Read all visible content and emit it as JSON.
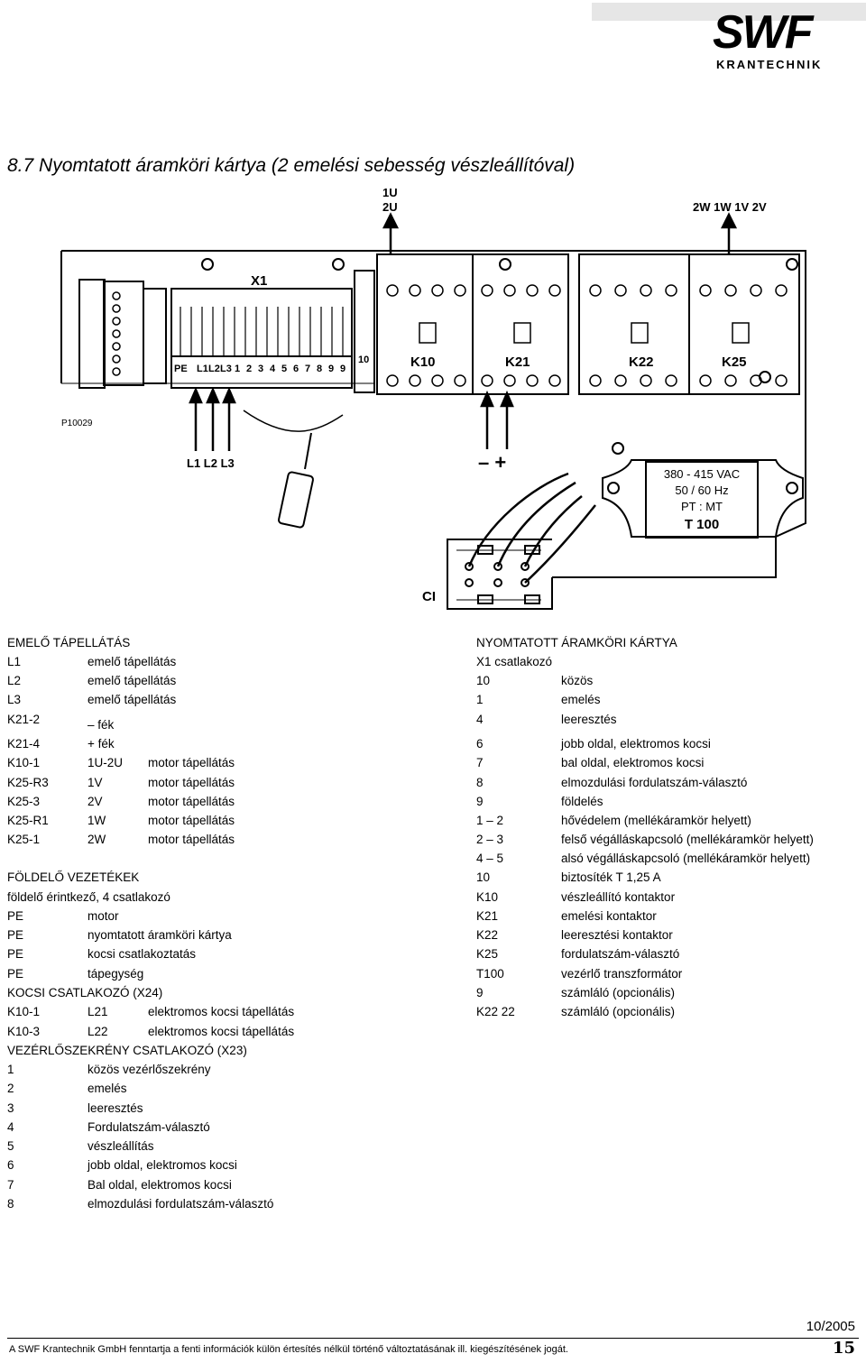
{
  "logo": {
    "main": "SWF",
    "sub": "KRANTECHNIK"
  },
  "section_title": "8.7   Nyomtatott áramköri kártya (2 emelési sebesség vészleállítóval)",
  "diagram": {
    "top_labels": {
      "u1": "1U",
      "u2": "2U",
      "w_group": "2W 1W 1V 2V"
    },
    "x1": "X1",
    "pcb_id": "P10029",
    "terminal_labels": [
      "PE",
      "L1",
      "L2",
      "L3",
      "1",
      "2",
      "3",
      "4",
      "5",
      "6",
      "7",
      "8",
      "9",
      "9"
    ],
    "terminal_10": "10",
    "contactors": [
      "K10",
      "K21",
      "K22",
      "K25"
    ],
    "supply": "L1  L2  L3",
    "minus_plus": "–  +",
    "transformer": [
      "380 - 415 VAC",
      "50 / 60 Hz",
      "PT : MT",
      "T 100"
    ],
    "ci": "CI"
  },
  "left": {
    "heading1": "EMELŐ TÁPELLÁTÁS",
    "rows1": [
      {
        "a": "L1",
        "b": "emelő tápellátás",
        "c": ""
      },
      {
        "a": "L2",
        "b": "emelő tápellátás",
        "c": ""
      },
      {
        "a": "L3",
        "b": "emelő tápellátás",
        "c": ""
      },
      {
        "a": "K21-2",
        "b": "–  fék",
        "c": ""
      },
      {
        "a": "K21-4",
        "b": "+  fék",
        "c": ""
      },
      {
        "a": "K10-1",
        "b": "1U-2U",
        "c": "motor tápellátás"
      },
      {
        "a": "K25-R3",
        "b": "1V",
        "c": "motor tápellátás"
      },
      {
        "a": "K25-3",
        "b": "2V",
        "c": "motor tápellátás"
      },
      {
        "a": "K25-R1",
        "b": "1W",
        "c": "motor tápellátás"
      },
      {
        "a": "K25-1",
        "b": "2W",
        "c": "motor tápellátás"
      }
    ],
    "heading2": "FÖLDELŐ VEZETÉKEK",
    "sub2": "földelő érintkező, 4 csatlakozó",
    "rows2": [
      {
        "a": "PE",
        "b": "motor"
      },
      {
        "a": "PE",
        "b": "nyomtatott áramköri kártya"
      },
      {
        "a": "PE",
        "b": "kocsi csatlakoztatás"
      },
      {
        "a": "PE",
        "b": "tápegység"
      }
    ],
    "heading3": "KOCSI CSATLAKOZÓ (X24)",
    "rows3": [
      {
        "a": "K10-1",
        "b": "L21",
        "c": "elektromos kocsi tápellátás"
      },
      {
        "a": "K10-3",
        "b": "L22",
        "c": "elektromos kocsi tápellátás"
      }
    ],
    "heading4": "VEZÉRLŐSZEKRÉNY CSATLAKOZÓ (X23)",
    "rows4": [
      {
        "a": "1",
        "b": "közös vezérlőszekrény"
      },
      {
        "a": "2",
        "b": "emelés"
      },
      {
        "a": "3",
        "b": "leeresztés"
      },
      {
        "a": "4",
        "b": "Fordulatszám-választó"
      },
      {
        "a": "5",
        "b": "vészleállítás"
      },
      {
        "a": "6",
        "b": "jobb oldal, elektromos kocsi"
      },
      {
        "a": "7",
        "b": "Bal oldal, elektromos kocsi"
      },
      {
        "a": "8",
        "b": "elmozdulási fordulatszám-választó"
      }
    ]
  },
  "right": {
    "heading": "NYOMTATOTT ÁRAMKÖRI KÁRTYA",
    "sub": "X1 csatlakozó",
    "rows": [
      {
        "a": "10",
        "b": "közös"
      },
      {
        "a": "1",
        "b": "emelés"
      },
      {
        "a": "4",
        "b": "leeresztés"
      },
      {
        "a": "6",
        "b": "jobb oldal, elektromos kocsi"
      },
      {
        "a": "7",
        "b": "bal oldal, elektromos kocsi"
      },
      {
        "a": "8",
        "b": "elmozdulási fordulatszám-választó"
      },
      {
        "a": "9",
        "b": "földelés"
      },
      {
        "a": "1 – 2",
        "b": "hővédelem (mellékáramkör helyett)"
      },
      {
        "a": "2 – 3",
        "b": "felső végálláskapcsoló (mellékáramkör helyett)"
      },
      {
        "a": "4 – 5",
        "b": "alsó végálláskapcsoló (mellékáramkör helyett)"
      },
      {
        "a": "10",
        "b": "biztosíték T 1,25 A"
      },
      {
        "a": "K10",
        "b": "vészleállító kontaktor"
      },
      {
        "a": "K21",
        "b": "emelési kontaktor"
      },
      {
        "a": "K22",
        "b": "leeresztési kontaktor"
      },
      {
        "a": "K25",
        "b": "fordulatszám-választó"
      },
      {
        "a": "T100",
        "b": "vezérlő transzformátor"
      },
      {
        "a": "9",
        "b": "számláló (opcionális)"
      },
      {
        "a": "K22 22",
        "b": "számláló (opcionális)"
      }
    ]
  },
  "footer": {
    "date": "10/2005",
    "text": "A SWF Krantechnik GmbH fenntartja a fenti információk külön értesítés nélkül történő változtatásának ill. kiegészítésének jogát.",
    "page": "15"
  }
}
